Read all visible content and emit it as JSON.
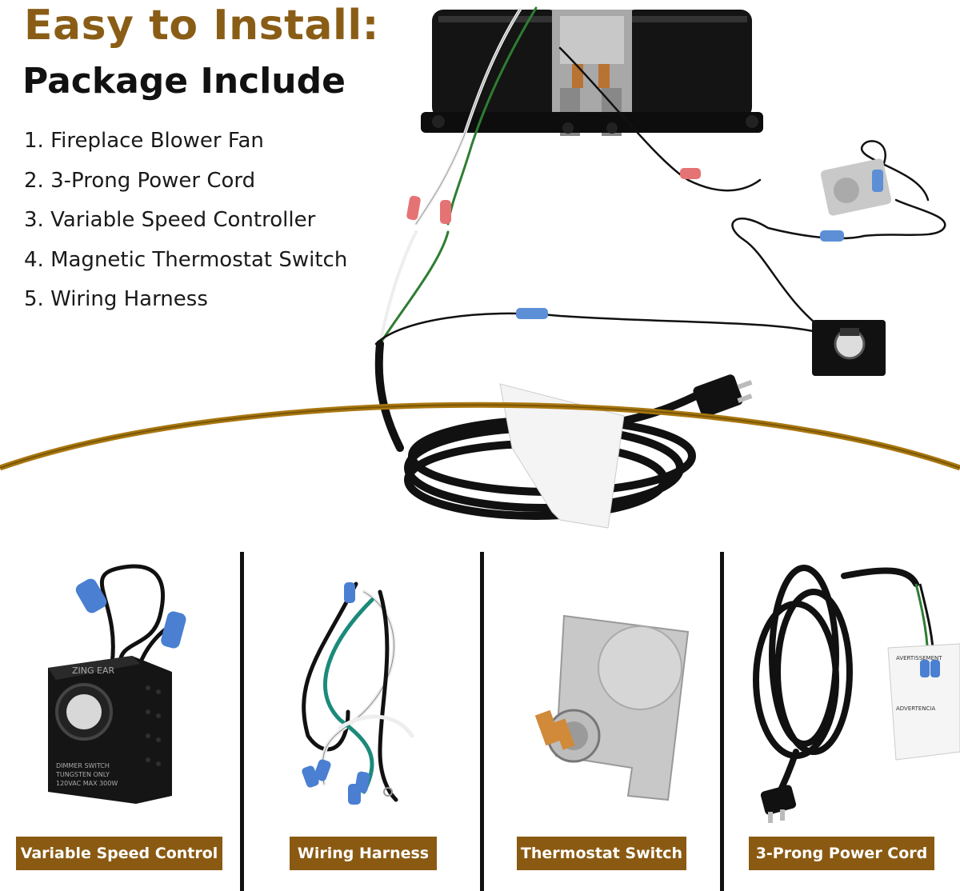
{
  "header": {
    "title": "Easy to Install:",
    "subtitle": "Package Include"
  },
  "package_items": [
    "1. Fireplace Blower Fan",
    "2. 3-Prong Power Cord",
    "3. Variable Speed Controller",
    "4. Magnetic Thermostat Switch",
    "5. Wiring Harness"
  ],
  "components": [
    {
      "label": "Variable Speed Control",
      "icon": "speed-controller-icon"
    },
    {
      "label": "Wiring Harness",
      "icon": "wiring-harness-icon"
    },
    {
      "label": "Thermostat Switch",
      "icon": "thermostat-switch-icon"
    },
    {
      "label": "3-Prong Power Cord",
      "icon": "power-cord-icon"
    }
  ],
  "controller_text": [
    "ZING EAR",
    "DIMMER SWITCH",
    "TUNGSTEN ONLY",
    "120VAC MAX 300W"
  ],
  "tag_text": [
    "AVERTISSEMENT",
    "ADVERTENCIA"
  ],
  "colors": {
    "accent": "#8a5a12",
    "headline": "#8a5d16",
    "text": "#111111"
  }
}
